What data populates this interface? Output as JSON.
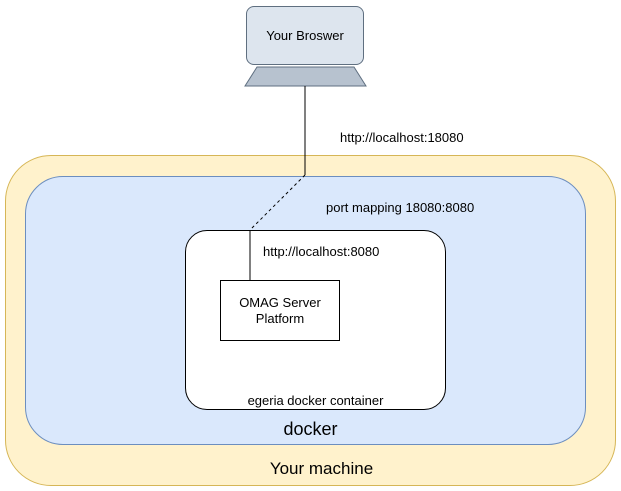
{
  "browser": {
    "label": "Your Broswer"
  },
  "browser_url": "http://localhost:18080",
  "port_mapping": "port mapping 18080:8080",
  "container_url": "http://localhost:8080",
  "server": {
    "line1": "OMAG Server",
    "line2": "Platform"
  },
  "container": {
    "label": "egeria docker container"
  },
  "docker": {
    "label": "docker"
  },
  "machine": {
    "label": "Your machine"
  },
  "colors": {
    "machine_fill": "#fff2cc",
    "machine_stroke": "#d6b656",
    "docker_fill": "#dae8fc",
    "docker_stroke": "#6c8ebf",
    "browser_fill": "#dde5ee",
    "browser_base_fill": "#b7c2cf"
  }
}
